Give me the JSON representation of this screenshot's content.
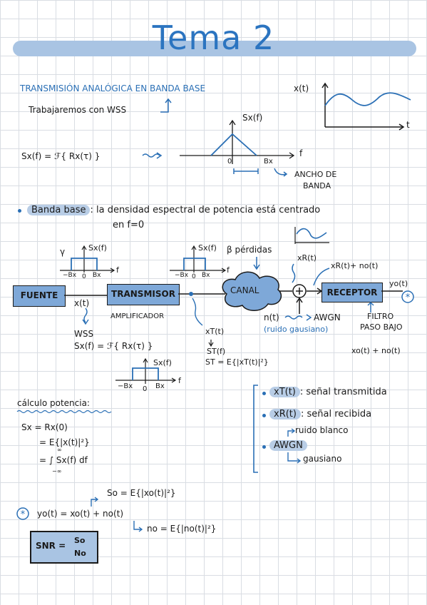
{
  "header": {
    "title": "Tema 2"
  },
  "intro": {
    "heading": "TRANSMISIÓN ANALÓGICA EN BANDA BASE",
    "wss_note": "Trabajaremos con WSS",
    "xt_label": "x(t)",
    "t_label": "t",
    "sx_label": "Sx(f)",
    "sx_def": "Sx(f) = ℱ{ Rx(τ) }",
    "f_label": "f",
    "zero": "0",
    "bx": "Bx",
    "ancho": "ANCHO DE",
    "banda": "BANDA"
  },
  "banda_base": {
    "term": "Banda base",
    "def_line1": ": la densidad espectral de potencia está centrado",
    "def_line2": "en f=0"
  },
  "block_diagram": {
    "fuente": "FUENTE",
    "transmisor": "TRANSMISOR",
    "canal": "CANAL",
    "receptor": "RECEPTOR",
    "amplificador": "AMPLIFICADOR",
    "xt": "x(t)",
    "wss": "WSS",
    "sx_def": "Sx(f) = ℱ{ Rx(τ) }",
    "sx1": "Sx(f)",
    "gamma": "γ",
    "neg_bx": "−Bx",
    "zero": "0",
    "bx": "Bx",
    "f": "f",
    "sx2": "Sx(f)",
    "perdidas": "β pérdidas",
    "xr": "xR(t)",
    "xr_plus_n": "xR(t)+ no(t)",
    "yo": "yo(t)",
    "nt": "n(t)",
    "awgn": "AWGN",
    "ruido": "(ruido gausiano)",
    "filtro": "FILTRO",
    "paso_bajo": "PASO BAJO",
    "xo_plus_n": "xo(t) + no(t)",
    "xtx": "xT(t)",
    "st": "ST(f)",
    "st_def": "ST = E{|xT(t)|²}",
    "sx3": "Sx(f)",
    "plus": "+"
  },
  "legend": {
    "items": [
      {
        "term": "xT(t)",
        "desc": ": señal transmitida"
      },
      {
        "term": "xR(t)",
        "desc": ": señal recibida"
      },
      {
        "term": "AWGN",
        "desc": ""
      }
    ],
    "ruido_blanco": "ruido blanco",
    "gausiano": "gausiano"
  },
  "potencia": {
    "heading": "cálculo potencia:",
    "line1": "Sx  =  Rx(0)",
    "line2": "=  E{|x(t)|²}",
    "line3": "=  ∫  Sx(f) df",
    "inf_top": "∞",
    "inf_bot": "−∞",
    "so": "So = E{|xo(t)|²}",
    "yo_eq": "yo(t) = xo(t) + no(t)",
    "no": "no = E{|no(t)|²}",
    "snr": "SNR =",
    "snr_num": "So",
    "snr_den": "No"
  },
  "colors": {
    "accent": "#2a6fb5",
    "highlight": "#a9c4e3",
    "grid": "#d9dde3"
  }
}
